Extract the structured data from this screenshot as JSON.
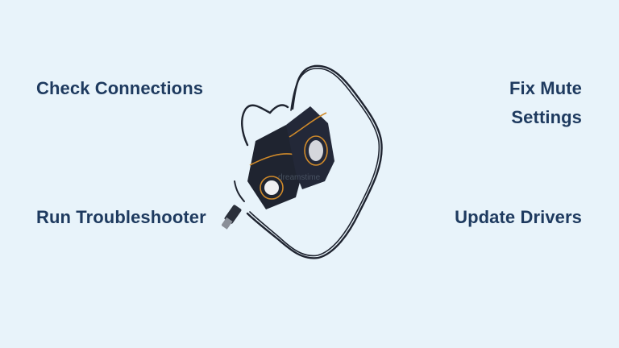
{
  "colors": {
    "background": "#e8f3fa",
    "label_text": "#1e3a5f",
    "speaker_body": "#1f2430",
    "speaker_accent": "#d08a2a",
    "speaker_cone": "#e8e8ec"
  },
  "labels": {
    "top_left": "Check Connections",
    "top_right_line1": "Fix Mute",
    "top_right_line2": "Settings",
    "bottom_left": "Run Troubleshooter",
    "bottom_right": "Update Drivers"
  },
  "image": {
    "subject": "usb-desktop-speakers",
    "watermark": "dreamstime"
  }
}
